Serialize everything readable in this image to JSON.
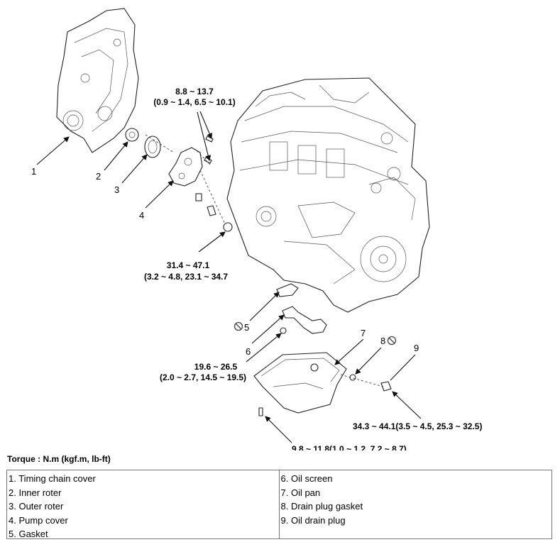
{
  "callouts": {
    "c1": "1",
    "c2": "2",
    "c3": "3",
    "c4": "4",
    "c5": "5",
    "c6": "6",
    "c7": "7",
    "c8": "8",
    "c9": "9"
  },
  "torques": {
    "pump_cover_bolt_line1": "8.8 ~ 13.7",
    "pump_cover_bolt_line2": "(0.9 ~ 1.4, 6.5 ~ 10.1)",
    "relief_plug_line1": "31.4 ~ 47.1",
    "relief_plug_line2": "(3.2 ~ 4.8, 23.1 ~ 34.7",
    "screen_bolt_line1": "19.6 ~ 26.5",
    "screen_bolt_line2": "(2.0 ~ 2.7, 14.5 ~ 19.5)",
    "drain_plug": "34.3 ~ 44.1(3.5 ~ 4.5, 25.3 ~ 32.5)",
    "oil_pan_bolt": "9.8 ~ 11.8(1.0 ~ 1.2, 7.2 ~ 8.7)"
  },
  "torque_unit_label": "Torque : N.m (kgf.m, lb-ft)",
  "legend": {
    "left": [
      "1. Timing chain cover",
      "2. Inner roter",
      "3. Outer roter",
      "4. Pump cover",
      "5. Gasket"
    ],
    "right": [
      "6. Oil screen",
      "7. Oil pan",
      "8. Drain plug gasket",
      "9. Oil drain plug"
    ]
  }
}
